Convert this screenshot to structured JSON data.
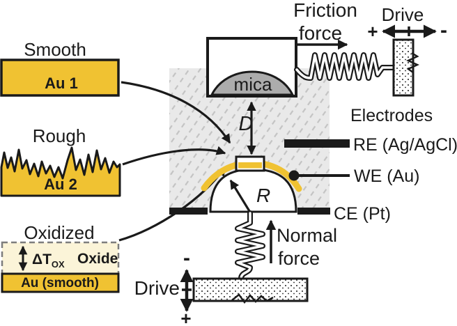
{
  "figure": {
    "samples": {
      "smooth": {
        "title": "Smooth",
        "label": "Au 1"
      },
      "rough": {
        "title": "Rough",
        "label": "Au 2"
      },
      "oxidized": {
        "title": "Oxidized",
        "thickness": "ΔT",
        "thickness_sub": "OX",
        "layer": "Oxide",
        "substrate": "Au (smooth)"
      }
    },
    "cell": {
      "mica": "mica",
      "gap": "D",
      "radius": "R"
    },
    "electrodes": {
      "heading": "Electrodes",
      "re": "RE (Ag/AgCl)",
      "we": "WE (Au)",
      "ce": "CE (Pt)"
    },
    "friction": {
      "line1": "Friction",
      "line2": "force"
    },
    "normal": {
      "line1": "Normal",
      "line2": "force"
    },
    "drive_top": {
      "label": "Drive",
      "plus": "+",
      "minus": "-"
    },
    "drive_bottom": {
      "label": "Drive",
      "minus": "-",
      "plus": "+"
    },
    "colors": {
      "gold": "#F0C232",
      "oxide": "#FBF4D8",
      "mica": "#ACACAC",
      "cell_bg": "#E9E9E9",
      "hatch": "#C3C3C3",
      "ink": "#1A1A1A"
    }
  }
}
